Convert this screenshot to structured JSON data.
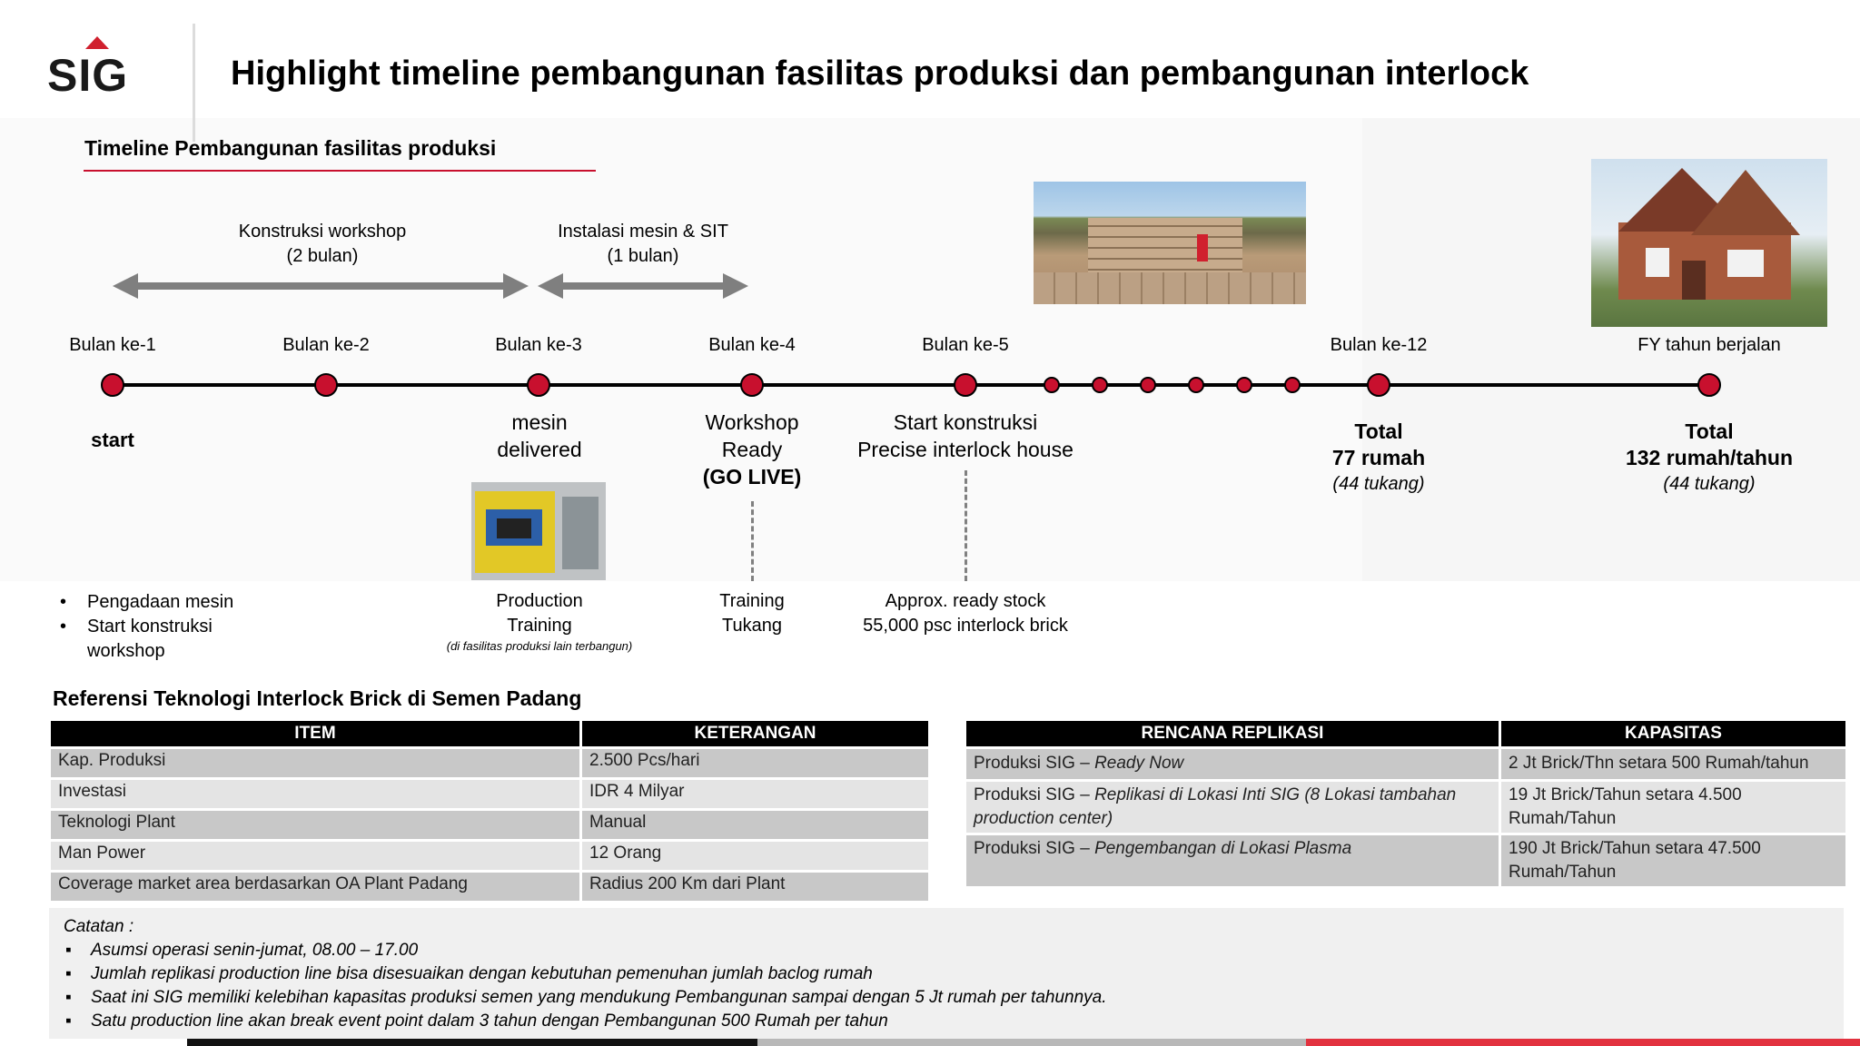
{
  "header": {
    "logo_text": "SIG",
    "title": "Highlight timeline pembangunan fasilitas produksi dan pembangunan interlock"
  },
  "timeline": {
    "section_title": "Timeline Pembangunan fasilitas produksi",
    "phases": [
      {
        "label": "Konstruksi workshop",
        "duration": "(2 bulan)"
      },
      {
        "label": "Instalasi mesin & SIT",
        "duration": "(1 bulan)"
      }
    ],
    "months": [
      "Bulan ke-1",
      "Bulan ke-2",
      "Bulan ke-3",
      "Bulan ke-4",
      "Bulan ke-5",
      "Bulan ke-12",
      "FY tahun berjalan"
    ],
    "events": {
      "start": "start",
      "m3_line1": "mesin",
      "m3_line2": "delivered",
      "m4_line1": "Workshop",
      "m4_line2": "Ready",
      "m4_line3": "(GO LIVE)",
      "m5_line1": "Start konstruksi",
      "m5_line2": "Precise interlock house",
      "m12_line1": "Total",
      "m12_line2": "77 rumah",
      "m12_line3": "(44 tukang)",
      "fy_line1": "Total",
      "fy_line2": "132 rumah/tahun",
      "fy_line3": "(44 tukang)"
    },
    "bullets": [
      "Pengadaan mesin",
      "Start konstruksi",
      "workshop"
    ],
    "below": {
      "production_line1": "Production",
      "production_line2": "Training",
      "production_note": "(di fasilitas produksi lain terbangun)",
      "training_line1": "Training",
      "training_line2": "Tukang",
      "stock_line1": "Approx. ready stock",
      "stock_line2": "55,000 psc interlock brick"
    }
  },
  "reference": {
    "title": "Referensi Teknologi Interlock Brick di Semen Padang",
    "headers": [
      "ITEM",
      "KETERANGAN"
    ],
    "rows": [
      [
        "Kap. Produksi",
        "2.500 Pcs/hari"
      ],
      [
        "Investasi",
        "IDR 4 Milyar"
      ],
      [
        "Teknologi Plant",
        "Manual"
      ],
      [
        "Man Power",
        "12 Orang"
      ],
      [
        "Coverage market area berdasarkan OA Plant Padang",
        "Radius 200 Km dari Plant"
      ]
    ]
  },
  "replication": {
    "headers": [
      "RENCANA REPLIKASI",
      "KAPASITAS"
    ],
    "rows": [
      {
        "prefix": "Produksi SIG – ",
        "italic": "Ready Now",
        "capacity": "2 Jt Brick/Thn setara 500 Rumah/tahun"
      },
      {
        "prefix": "Produksi SIG – ",
        "italic": "Replikasi di Lokasi Inti SIG (8 Lokasi tambahan production center)",
        "capacity": "19 Jt Brick/Tahun setara 4.500 Rumah/Tahun"
      },
      {
        "prefix": "Produksi SIG – ",
        "italic": "Pengembangan di Lokasi Plasma",
        "capacity": "190 Jt Brick/Tahun setara 47.500 Rumah/Tahun"
      }
    ]
  },
  "notes": {
    "title": "Catatan :",
    "items": [
      "Asumsi operasi senin-jumat, 08.00 – 17.00",
      "Jumlah replikasi production line bisa disesuaikan dengan kebutuhan pemenuhan jumlah baclog rumah",
      "Saat ini SIG memiliki kelebihan kapasitas produksi semen yang mendukung Pembangunan sampai dengan 5 Jt rumah per tahunnya.",
      "Satu production line akan break event point dalam 3 tahun dengan Pembangunan 500 Rumah per tahun"
    ]
  },
  "colors": {
    "accent": "#c8102e",
    "arrow": "#7f7f7f",
    "table_header": "#000000"
  },
  "icons": [
    "construction-site-photo",
    "interlock-machine-photo",
    "house-photo"
  ]
}
